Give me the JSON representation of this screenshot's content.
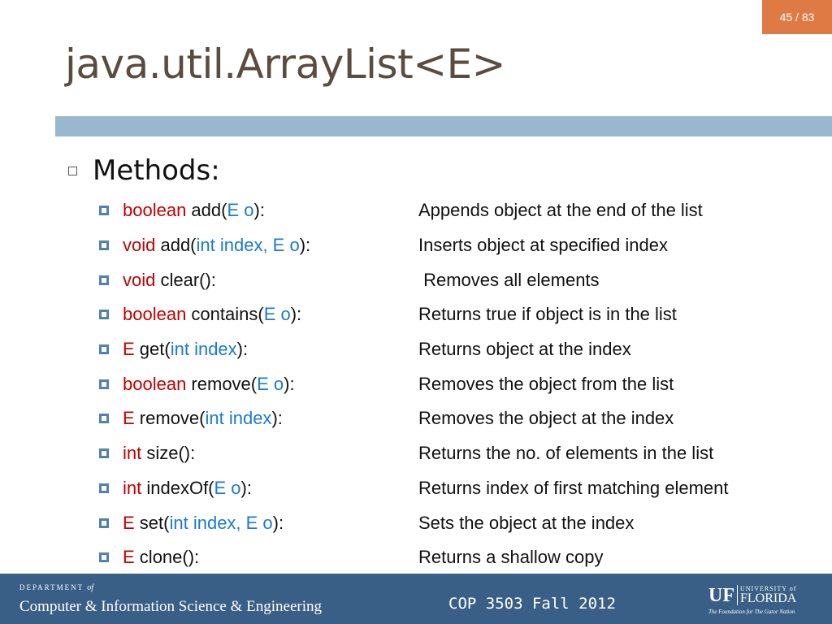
{
  "page_indicator": "45 / 83",
  "title": "java.util.ArrayList<E>",
  "section_heading": "Methods:",
  "methods": [
    {
      "ret": "boolean",
      "name": " add(",
      "params": "E o",
      "close": "):",
      "desc": "Appends object at the end of the list"
    },
    {
      "ret": "void",
      "name": " add(",
      "params": "int index, E o",
      "close": "):",
      "desc": "Inserts object at specified index"
    },
    {
      "ret": "void",
      "name": " clear():",
      "params": "",
      "close": "",
      "desc": " Removes all elements"
    },
    {
      "ret": "boolean",
      "name": " contains(",
      "params": "E o",
      "close": "):",
      "desc": "Returns true if object is in the list"
    },
    {
      "ret": "E",
      "name": " get(",
      "params": "int index",
      "close": "):",
      "desc": "Returns object at the index"
    },
    {
      "ret": "boolean",
      "name": " remove(",
      "params": "E o",
      "close": "):",
      "desc": "Removes the object from the list"
    },
    {
      "ret": "E",
      "name": " remove(",
      "params": "int index",
      "close": "):",
      "desc": "Removes the object at the index"
    },
    {
      "ret": "int",
      "name": " size():",
      "params": "",
      "close": "",
      "desc": "Returns the no. of elements in the list"
    },
    {
      "ret": "int",
      "name": " indexOf(",
      "params": "E o",
      "close": "):",
      "desc": "Returns index of first matching element"
    },
    {
      "ret": "E",
      "name": " set(",
      "params": "int index, E o",
      "close": "):",
      "desc": "Sets the object at the index"
    },
    {
      "ret": "E",
      "name": " clone():",
      "params": "",
      "close": "",
      "desc": "Returns a shallow copy"
    }
  ],
  "footer": {
    "dept_prefix": "DEPARTMENT",
    "dept_of": "of",
    "dept_name": "Computer & Information Science & Engineering",
    "course": "COP 3503 Fall 2012",
    "logo_mark": "UF",
    "logo_university": "UNIVERSITY of",
    "logo_florida": "FLORIDA",
    "logo_tagline": "The Foundation for The Gator Nation"
  },
  "colors": {
    "accent_orange": "#e07a45",
    "title_bar": "#9ab7d0",
    "footer_blue": "#3a5f86",
    "keyword_red": "#c00000",
    "param_blue": "#1a7ad2"
  }
}
